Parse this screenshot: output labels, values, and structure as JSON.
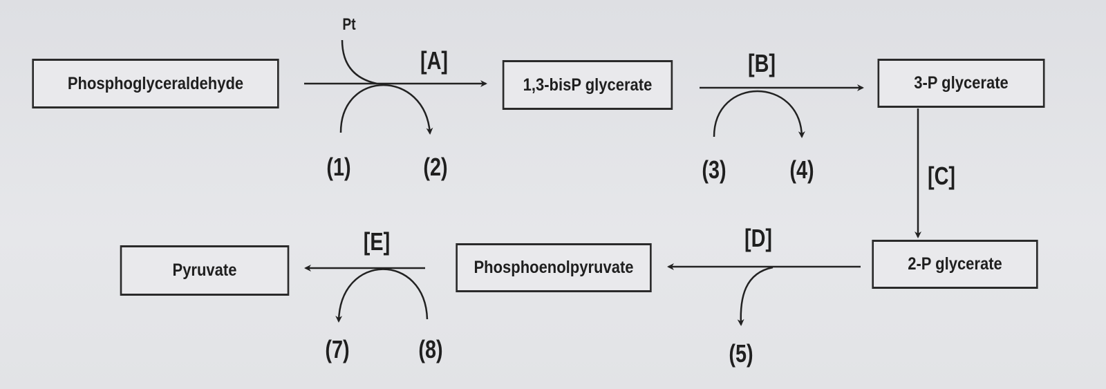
{
  "compounds": {
    "c1": "Phosphoglyceraldehyde",
    "c2": "1,3-bisP glycerate",
    "c3": "3-P glycerate",
    "c4": "2-P glycerate",
    "c5": "Phosphoenolpyruvate",
    "c6": "Pyruvate"
  },
  "steps": {
    "a": "[A]",
    "b": "[B]",
    "c": "[C]",
    "d": "[D]",
    "e": "[E]"
  },
  "cofactors": {
    "pt": "Pt",
    "n1": "(1)",
    "n2": "(2)",
    "n3": "(3)",
    "n4": "(4)",
    "n5": "(5)",
    "n7": "(7)",
    "n8": "(8)"
  }
}
